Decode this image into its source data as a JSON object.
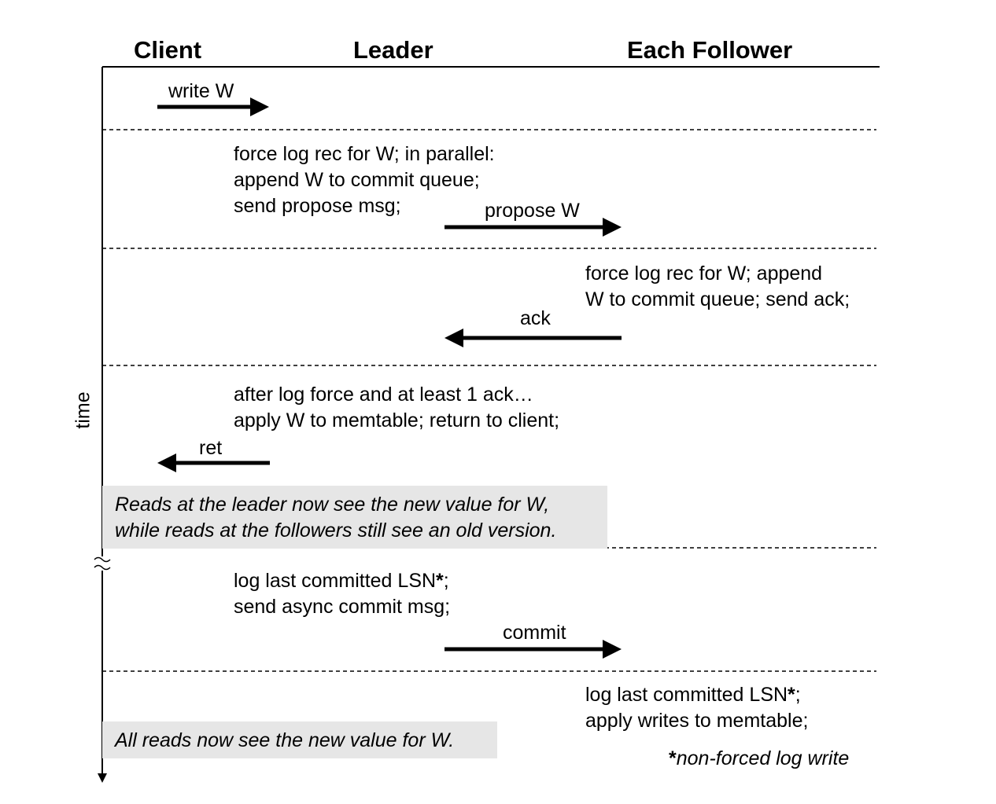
{
  "columns": {
    "client": "Client",
    "leader": "Leader",
    "follower": "Each Follower"
  },
  "axis": {
    "time": "time"
  },
  "phase1": {
    "arrow": "write W"
  },
  "phase2": {
    "lines": [
      "force log rec for W; in parallel:",
      "append W to commit queue;",
      "send propose msg;"
    ],
    "arrow": "propose W"
  },
  "phase3": {
    "lines": [
      "force log rec for W; append",
      "W to commit queue; send ack;"
    ],
    "arrow": "ack"
  },
  "phase4": {
    "lines": [
      "after log force and at least 1 ack…",
      "apply W to memtable; return to client;"
    ],
    "arrow": "ret",
    "note": [
      "Reads at the leader now see the new value for W,",
      "while reads at the followers still see an old version."
    ]
  },
  "phase5": {
    "line1": "log last committed LSN",
    "star": "*",
    "line1_end": ";",
    "line2": "send async commit msg;",
    "arrow": "commit"
  },
  "phase6": {
    "line1": "log last committed LSN",
    "star": "*",
    "line1_end": ";",
    "line2": "apply writes to memtable;",
    "note": "All reads now see the new value for W."
  },
  "footnote": {
    "star": "*",
    "text": "non-forced log write"
  }
}
